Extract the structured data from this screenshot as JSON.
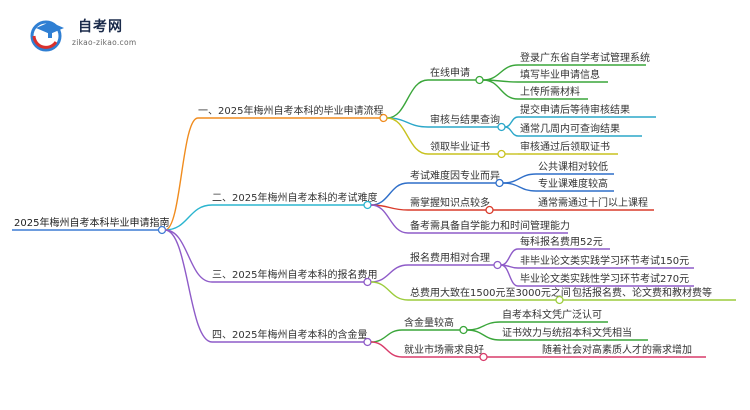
{
  "brand": {
    "title": "自考网",
    "url": "zikao-zikao.com",
    "colors": {
      "blue": "#2f7fd3",
      "red": "#d9302c"
    }
  },
  "mindmap": {
    "root": "2025年梅州自考本科毕业申请指南",
    "branches": [
      {
        "label": "一、2025年梅州自考本科的毕业申请流程",
        "color": "#f08c1e",
        "children": [
          {
            "label": "在线申请",
            "color": "#3aa63a",
            "children": [
              "登录广东省自学考试管理系统",
              "填写毕业申请信息",
              "上传所需材料"
            ]
          },
          {
            "label": "审核与结果查询",
            "color": "#2ba7c9",
            "children": [
              "提交申请后等待审核结果",
              "通常几周内可查询结果"
            ]
          },
          {
            "label": "领取毕业证书",
            "color": "#c8c21e",
            "children": [
              "审核通过后领取证书"
            ]
          }
        ]
      },
      {
        "label": "二、2025年梅州自考本科的考试难度",
        "color": "#2bb5cf",
        "children": [
          {
            "label": "考试难度因专业而异",
            "color": "#2f6fc9",
            "children": [
              "公共课相对较低",
              "专业课难度较高"
            ]
          },
          {
            "label": "需掌握知识点较多",
            "color": "#d93b2b",
            "children": [
              "通常需通过十门以上课程"
            ]
          },
          {
            "label": "备考需具备自学能力和时间管理能力",
            "color": "#8e5bc8",
            "children": []
          }
        ]
      },
      {
        "label": "三、2025年梅州自考本科的报名费用",
        "color": "#8e5bc8",
        "children": [
          {
            "label": "报名费用相对合理",
            "color": "#8e5bc8",
            "children": [
              "每科报名费用52元",
              "非毕业论文类实践学习环节考试150元",
              "毕业论文类实践性学习环节考试270元"
            ]
          },
          {
            "label": "总费用大致在1500元至3000元之间",
            "color": "#9ccc3c",
            "children": [
              "包括报名费、论文费和教材费等"
            ]
          }
        ]
      },
      {
        "label": "四、2025年梅州自考本科的含金量",
        "color": "#8e5bc8",
        "children": [
          {
            "label": "含金量较高",
            "color": "#3aa63a",
            "children": [
              "自考本科文凭广泛认可",
              "证书效力与统招本科文凭相当"
            ]
          },
          {
            "label": "就业市场需求良好",
            "color": "#d93b6a",
            "children": [
              "随着社会对高素质人才的需求增加"
            ]
          }
        ]
      }
    ]
  }
}
